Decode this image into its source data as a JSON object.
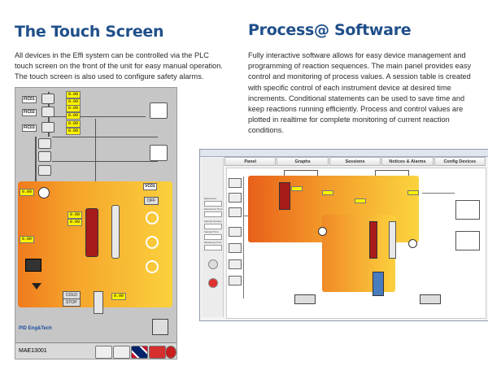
{
  "left": {
    "title": "The Touch Screen",
    "body": "All devices in the Effi system can be controlled via the PLC touch screen on the front of the unit for easy manual operation. The touch screen is also used to configure safety alarms."
  },
  "right": {
    "title": "Process@ Software",
    "body": "Fully interactive software allows for easy device management and programming of reaction sequences. The main panel provides easy control and monitoring of process values. A session table is created with specific control of each instrument device at desired time increments. Conditional statements can be used to save time and keep reactions running efficiently. Process and control values are plotted in realtime for complete monitoring of current reaction conditions."
  },
  "touch_screen": {
    "tags": [
      "FIC01",
      "FIC02",
      "FIC03",
      "VC01"
    ],
    "values": [
      "0.00",
      "0.00",
      "0.00",
      "0.00",
      "0.00",
      "0.00",
      "0.00",
      "0.00",
      "0.00",
      "0.00",
      "0.00"
    ],
    "off_label": "OFF",
    "cold_label": "COLD",
    "stop_label": "STOP",
    "logo_text": "PID Eng&Tech",
    "unit_id": "MAE13001",
    "colors": {
      "panel": "#c6c6c6",
      "orange": "#f07a1d",
      "yellow": "#fbd13d",
      "value_bg": "#fff200"
    }
  },
  "software": {
    "tabs": [
      "Panel",
      "Graphs",
      "Sessions",
      "Notices & Alarms",
      "Config Devices"
    ],
    "sidebar_fields": [
      "Experiment Name",
      "Experiment Time",
      "Sample Number",
      "Sample Time",
      "Monitoring Time"
    ],
    "colors": {
      "accent": "#e8601a",
      "yellow": "#fbd43e",
      "frame": "#8e9aa8"
    }
  }
}
